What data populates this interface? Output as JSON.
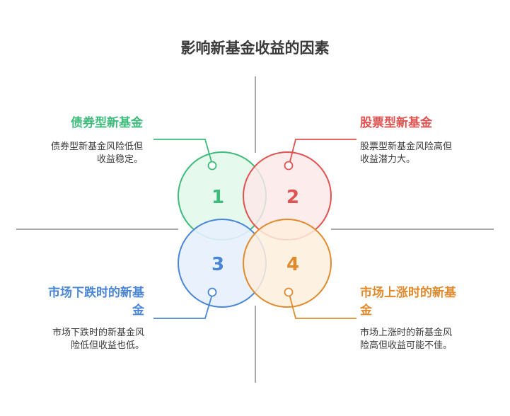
{
  "title": "影响新基金收益的因素",
  "colors": {
    "green": "#3dbb7a",
    "red": "#e0524f",
    "blue": "#4a86d8",
    "orange": "#e08a2e",
    "axis": "#8a8a8a"
  },
  "quadrants": [
    {
      "number": "1",
      "title": "债券型新基金",
      "description_lines": [
        "债券型新基金风险低但",
        "收益稳定。"
      ]
    },
    {
      "number": "2",
      "title": "股票型新基金",
      "description_lines": [
        "股票型新基金风险高但",
        "收益潜力大。"
      ]
    },
    {
      "number": "3",
      "title_lines": [
        "市场下跌时的新基",
        "金"
      ],
      "description_lines": [
        "市场下跌时的新基金风",
        "险低但收益也低。"
      ]
    },
    {
      "number": "4",
      "title_lines": [
        "市场上涨时的新基",
        "金"
      ],
      "description_lines": [
        "市场上涨时的新基金风",
        "险高但收益可能不佳。"
      ]
    }
  ]
}
